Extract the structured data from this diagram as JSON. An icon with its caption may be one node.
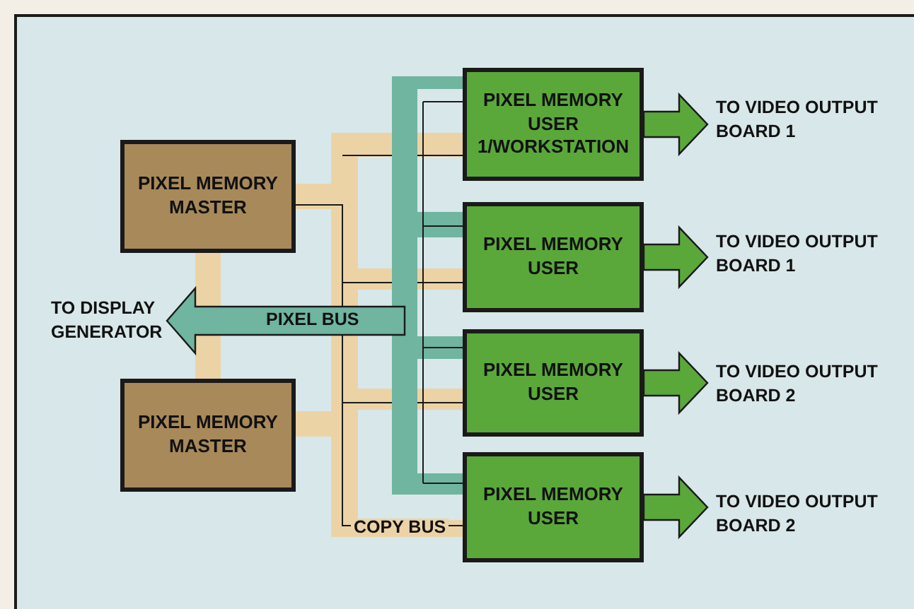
{
  "diagram": {
    "nodes": [
      {
        "text": [
          "PIXEL MEMORY MASTER"
        ]
      },
      {
        "text": [
          "PIXEL MEMORY MASTER"
        ]
      },
      {
        "text": [
          "PIXEL MEMORY USER 1/WORKSTATION"
        ]
      },
      {
        "text": [
          "PIXEL MEMORY USER"
        ]
      },
      {
        "text": [
          "PIXEL MEMORY USER"
        ]
      },
      {
        "text": [
          "PIXEL MEMORY USER"
        ]
      },
      {
        "text": [
          "TO DISPLAY GENERATOR"
        ]
      },
      {
        "text": [
          "TO VIDEO OUTPUT BOARD 1"
        ]
      },
      {
        "text": [
          "TO VIDEO OUTPUT BOARD 1"
        ]
      },
      {
        "text": [
          "TO VIDEO OUTPUT BOARD 2"
        ]
      },
      {
        "text": [
          "TO VIDEO OUTPUT BOARD 2"
        ]
      }
    ],
    "edges": [
      {
        "from": 0,
        "to": 1,
        "arrow": "none",
        "style": "thick",
        "color": "#ecd3a6"
      },
      {
        "from": null,
        "to": 6,
        "arrow": "to",
        "label": "PIXEL BUS",
        "style": "thick",
        "color": "#6fb5a0"
      },
      {
        "from": 2,
        "to": 7,
        "arrow": "to",
        "style": "thick",
        "color": "#5aa83a"
      },
      {
        "from": 3,
        "to": 8,
        "arrow": "to",
        "style": "thick",
        "color": "#5aa83a"
      },
      {
        "from": 4,
        "to": 9,
        "arrow": "to",
        "style": "thick",
        "color": "#5aa83a"
      },
      {
        "from": 5,
        "to": 10,
        "arrow": "to",
        "style": "thick",
        "color": "#5aa83a"
      }
    ],
    "labels": [
      "COPY BUS"
    ]
  }
}
